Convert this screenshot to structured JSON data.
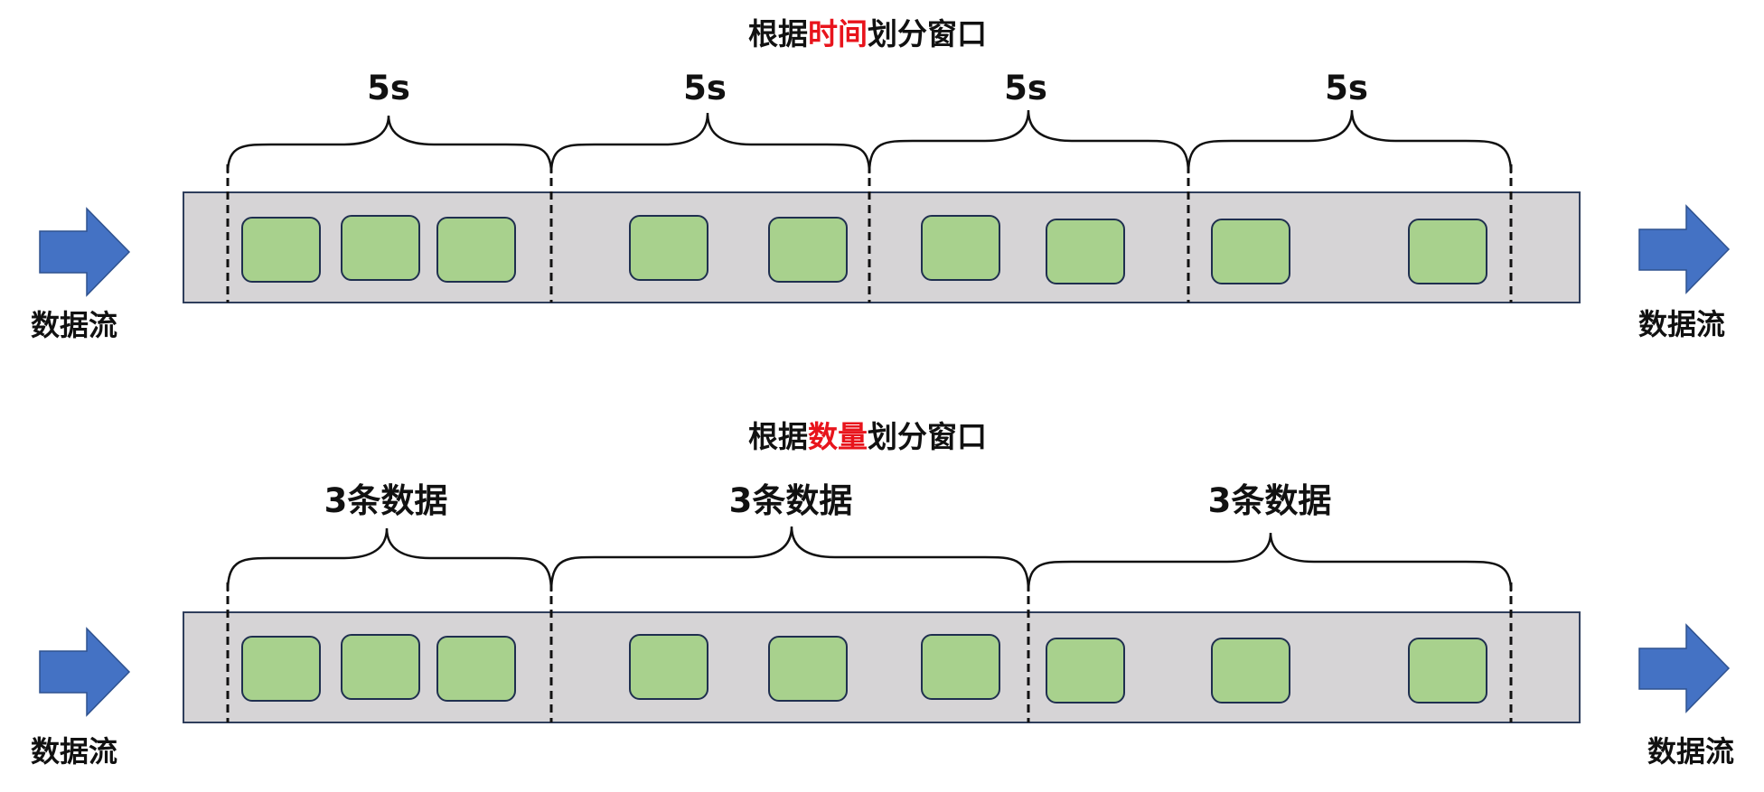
{
  "colors": {
    "accent_text": "#e8141c",
    "item_fill": "#a8d18d",
    "strip_fill": "#d6d4d6",
    "arrow_fill": "#4472c4"
  },
  "flow_label": "数据流",
  "arrow_icon": "right-block-arrow",
  "sections": [
    {
      "id": "time",
      "title_prefix": "根据",
      "title_highlight": "时间",
      "title_suffix": "划分窗口",
      "windows": [
        {
          "label": "5s",
          "items": 3
        },
        {
          "label": "5s",
          "items": 2
        },
        {
          "label": "5s",
          "items": 2
        },
        {
          "label": "5s",
          "items": 2
        }
      ]
    },
    {
      "id": "count",
      "title_prefix": "根据",
      "title_highlight": "数量",
      "title_suffix": "划分窗口",
      "windows": [
        {
          "label": "3条数据",
          "items": 3
        },
        {
          "label": "3条数据",
          "items": 3
        },
        {
          "label": "3条数据",
          "items": 3
        }
      ]
    }
  ]
}
